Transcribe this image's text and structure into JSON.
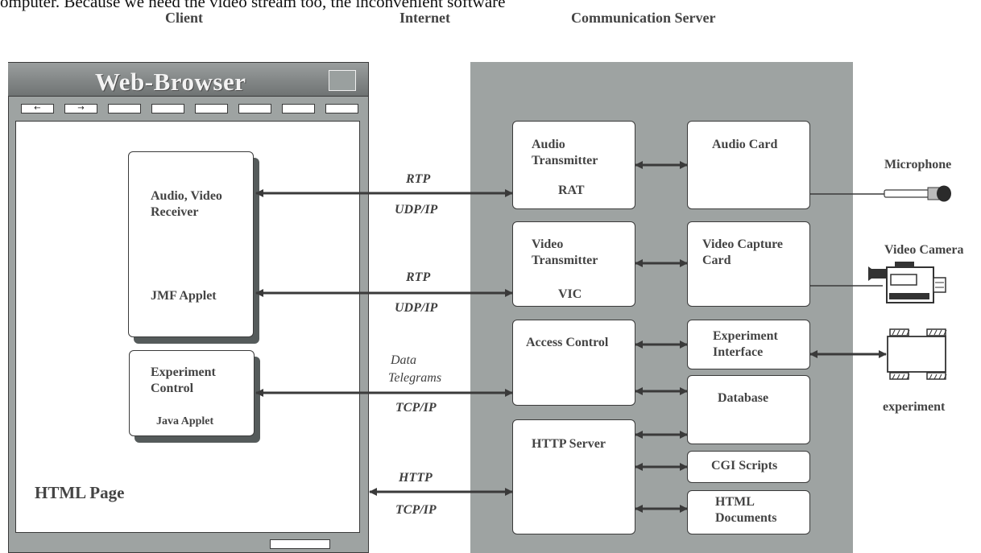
{
  "top_text": "omputer. Because we need the video stream too, the inconvenient software",
  "headers": {
    "client": "Client",
    "internet": "Internet",
    "server": "Communication Server"
  },
  "browser": {
    "title": "Web-Browser",
    "toolbar": {
      "back_icon": "left-arrow-icon",
      "forward_icon": "right-arrow-icon",
      "back_glyph": "←",
      "forward_glyph": "→"
    },
    "page_label": "HTML Page",
    "applets": {
      "av": {
        "line1": "Audio, Video",
        "line2": "Receiver",
        "sub": "JMF Applet"
      },
      "exp": {
        "line1": "Experiment",
        "line2": "Control",
        "sub": "Java Applet"
      }
    }
  },
  "protocols": {
    "rtp1": "RTP",
    "udp1": "UDP/IP",
    "rtp2": "RTP",
    "udp2": "UDP/IP",
    "data1": "Data",
    "data2": "Telegrams",
    "tcp1": "TCP/IP",
    "http": "HTTP",
    "tcp2": "TCP/IP"
  },
  "server": {
    "audio_tx": {
      "line1": "Audio",
      "line2": "Transmitter",
      "sub": "RAT"
    },
    "video_tx": {
      "line1": "Video",
      "line2": "Transmitter",
      "sub": "VIC"
    },
    "access": "Access Control",
    "http_server": "HTTP Server",
    "audio_card": "Audio Card",
    "video_card": {
      "line1": "Video Capture",
      "line2": "Card"
    },
    "exp_iface": {
      "line1": "Experiment",
      "line2": "Interface"
    },
    "database": "Database",
    "cgi": "CGI Scripts",
    "html_docs": {
      "line1": "HTML",
      "line2": "Documents"
    }
  },
  "devices": {
    "microphone": "Microphone",
    "camera": "Video Camera",
    "experiment": "experiment"
  },
  "colors": {
    "panel_gray": "#9ea3a2",
    "line": "#3a3a3a",
    "shadow": "#555b5b"
  }
}
